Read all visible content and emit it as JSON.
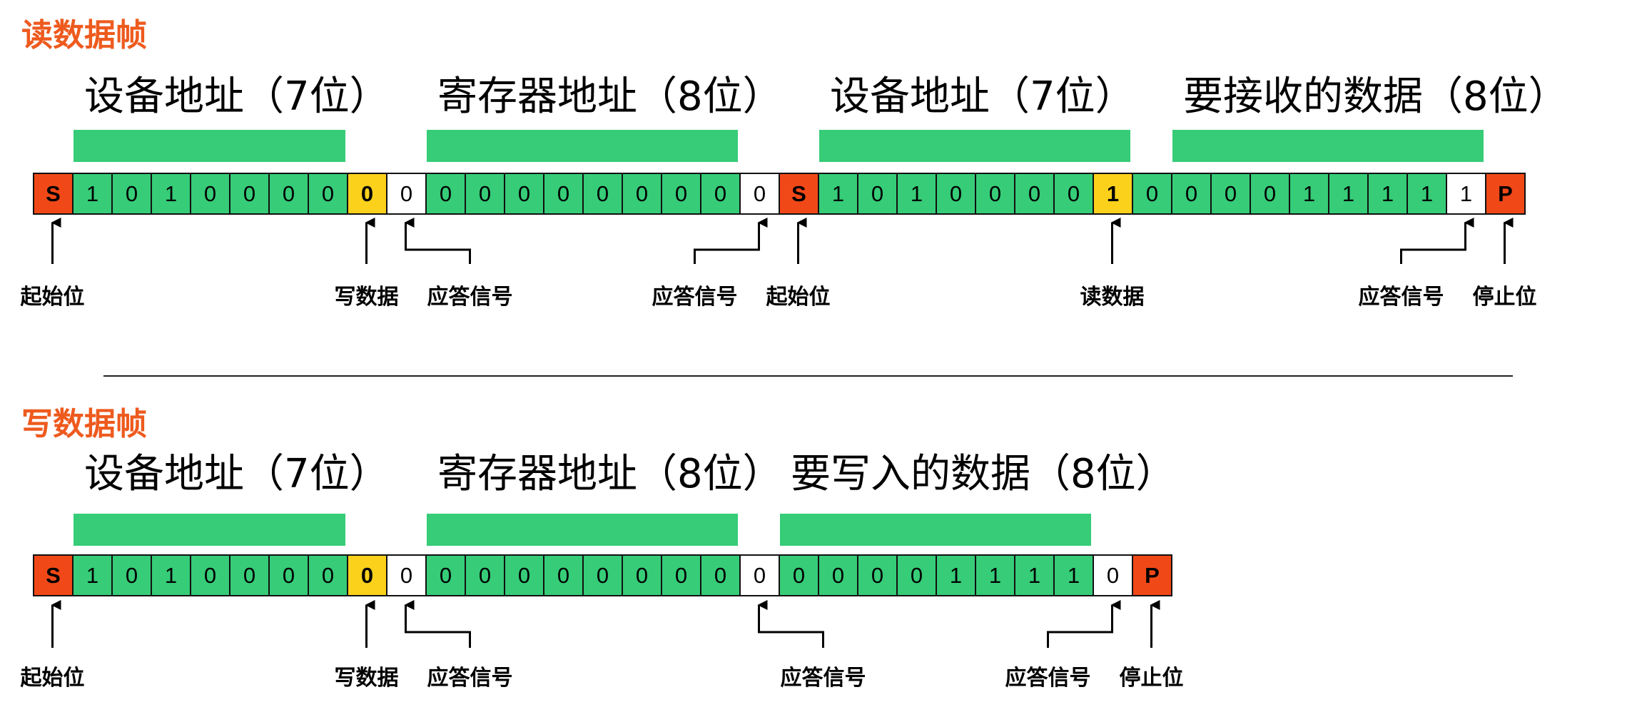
{
  "read_frame": {
    "title": "读数据帧",
    "fields": [
      {
        "label": "设备地址（7位）",
        "start": 1,
        "end": 7
      },
      {
        "label": "寄存器地址（8位）",
        "start": 10,
        "end": 17
      },
      {
        "label": "设备地址（7位）",
        "start": 20,
        "end": 27
      },
      {
        "label": "要接收的数据（8位）",
        "start": 29,
        "end": 36
      }
    ],
    "bits": [
      {
        "v": "S",
        "t": "start"
      },
      {
        "v": "1",
        "t": "data"
      },
      {
        "v": "0",
        "t": "data"
      },
      {
        "v": "1",
        "t": "data"
      },
      {
        "v": "0",
        "t": "data"
      },
      {
        "v": "0",
        "t": "data"
      },
      {
        "v": "0",
        "t": "data"
      },
      {
        "v": "0",
        "t": "data"
      },
      {
        "v": "0",
        "t": "rw"
      },
      {
        "v": "0",
        "t": "ack"
      },
      {
        "v": "0",
        "t": "data"
      },
      {
        "v": "0",
        "t": "data"
      },
      {
        "v": "0",
        "t": "data"
      },
      {
        "v": "0",
        "t": "data"
      },
      {
        "v": "0",
        "t": "data"
      },
      {
        "v": "0",
        "t": "data"
      },
      {
        "v": "0",
        "t": "data"
      },
      {
        "v": "0",
        "t": "data"
      },
      {
        "v": "0",
        "t": "ack"
      },
      {
        "v": "S",
        "t": "start"
      },
      {
        "v": "1",
        "t": "data"
      },
      {
        "v": "0",
        "t": "data"
      },
      {
        "v": "1",
        "t": "data"
      },
      {
        "v": "0",
        "t": "data"
      },
      {
        "v": "0",
        "t": "data"
      },
      {
        "v": "0",
        "t": "data"
      },
      {
        "v": "0",
        "t": "data"
      },
      {
        "v": "1",
        "t": "rw"
      },
      {
        "v": "0",
        "t": "data"
      },
      {
        "v": "0",
        "t": "data"
      },
      {
        "v": "0",
        "t": "data"
      },
      {
        "v": "0",
        "t": "data"
      },
      {
        "v": "1",
        "t": "data"
      },
      {
        "v": "1",
        "t": "data"
      },
      {
        "v": "1",
        "t": "data"
      },
      {
        "v": "1",
        "t": "data"
      },
      {
        "v": "1",
        "t": "ack"
      },
      {
        "v": "P",
        "t": "stop"
      }
    ],
    "annotations": [
      {
        "label": "起始位",
        "cell": 0,
        "hook": "none"
      },
      {
        "label": "写数据",
        "cell": 8,
        "hook": "none"
      },
      {
        "label": "应答信号",
        "cell": 9,
        "hook": "right"
      },
      {
        "label": "应答信号",
        "cell": 18,
        "hook": "left"
      },
      {
        "label": "起始位",
        "cell": 19,
        "hook": "none"
      },
      {
        "label": "读数据",
        "cell": 27,
        "hook": "none"
      },
      {
        "label": "应答信号",
        "cell": 36,
        "hook": "left"
      },
      {
        "label": "停止位",
        "cell": 37,
        "hook": "none"
      }
    ]
  },
  "write_frame": {
    "title": "写数据帧",
    "fields": [
      {
        "label": "设备地址（7位）",
        "start": 1,
        "end": 7
      },
      {
        "label": "寄存器地址（8位）",
        "start": 10,
        "end": 17
      },
      {
        "label": "要写入的数据（8位）",
        "start": 19,
        "end": 26
      }
    ],
    "bits": [
      {
        "v": "S",
        "t": "start"
      },
      {
        "v": "1",
        "t": "data"
      },
      {
        "v": "0",
        "t": "data"
      },
      {
        "v": "1",
        "t": "data"
      },
      {
        "v": "0",
        "t": "data"
      },
      {
        "v": "0",
        "t": "data"
      },
      {
        "v": "0",
        "t": "data"
      },
      {
        "v": "0",
        "t": "data"
      },
      {
        "v": "0",
        "t": "rw"
      },
      {
        "v": "0",
        "t": "ack"
      },
      {
        "v": "0",
        "t": "data"
      },
      {
        "v": "0",
        "t": "data"
      },
      {
        "v": "0",
        "t": "data"
      },
      {
        "v": "0",
        "t": "data"
      },
      {
        "v": "0",
        "t": "data"
      },
      {
        "v": "0",
        "t": "data"
      },
      {
        "v": "0",
        "t": "data"
      },
      {
        "v": "0",
        "t": "data"
      },
      {
        "v": "0",
        "t": "ack"
      },
      {
        "v": "0",
        "t": "data"
      },
      {
        "v": "0",
        "t": "data"
      },
      {
        "v": "0",
        "t": "data"
      },
      {
        "v": "0",
        "t": "data"
      },
      {
        "v": "1",
        "t": "data"
      },
      {
        "v": "1",
        "t": "data"
      },
      {
        "v": "1",
        "t": "data"
      },
      {
        "v": "1",
        "t": "data"
      },
      {
        "v": "0",
        "t": "ack"
      },
      {
        "v": "P",
        "t": "stop"
      }
    ],
    "annotations": [
      {
        "label": "起始位",
        "cell": 0,
        "hook": "none"
      },
      {
        "label": "写数据",
        "cell": 8,
        "hook": "none"
      },
      {
        "label": "应答信号",
        "cell": 9,
        "hook": "right"
      },
      {
        "label": "应答信号",
        "cell": 18,
        "hook": "right"
      },
      {
        "label": "应答信号",
        "cell": 27,
        "hook": "left"
      },
      {
        "label": "停止位",
        "cell": 28,
        "hook": "none"
      }
    ]
  },
  "colors": {
    "title": "#ee5a1e",
    "start_stop": "#f14818",
    "data_bit": "#36cc78",
    "rw_bit": "#fbd11c",
    "ack_bit": "#ffffff",
    "field_bar": "#36cc78"
  }
}
